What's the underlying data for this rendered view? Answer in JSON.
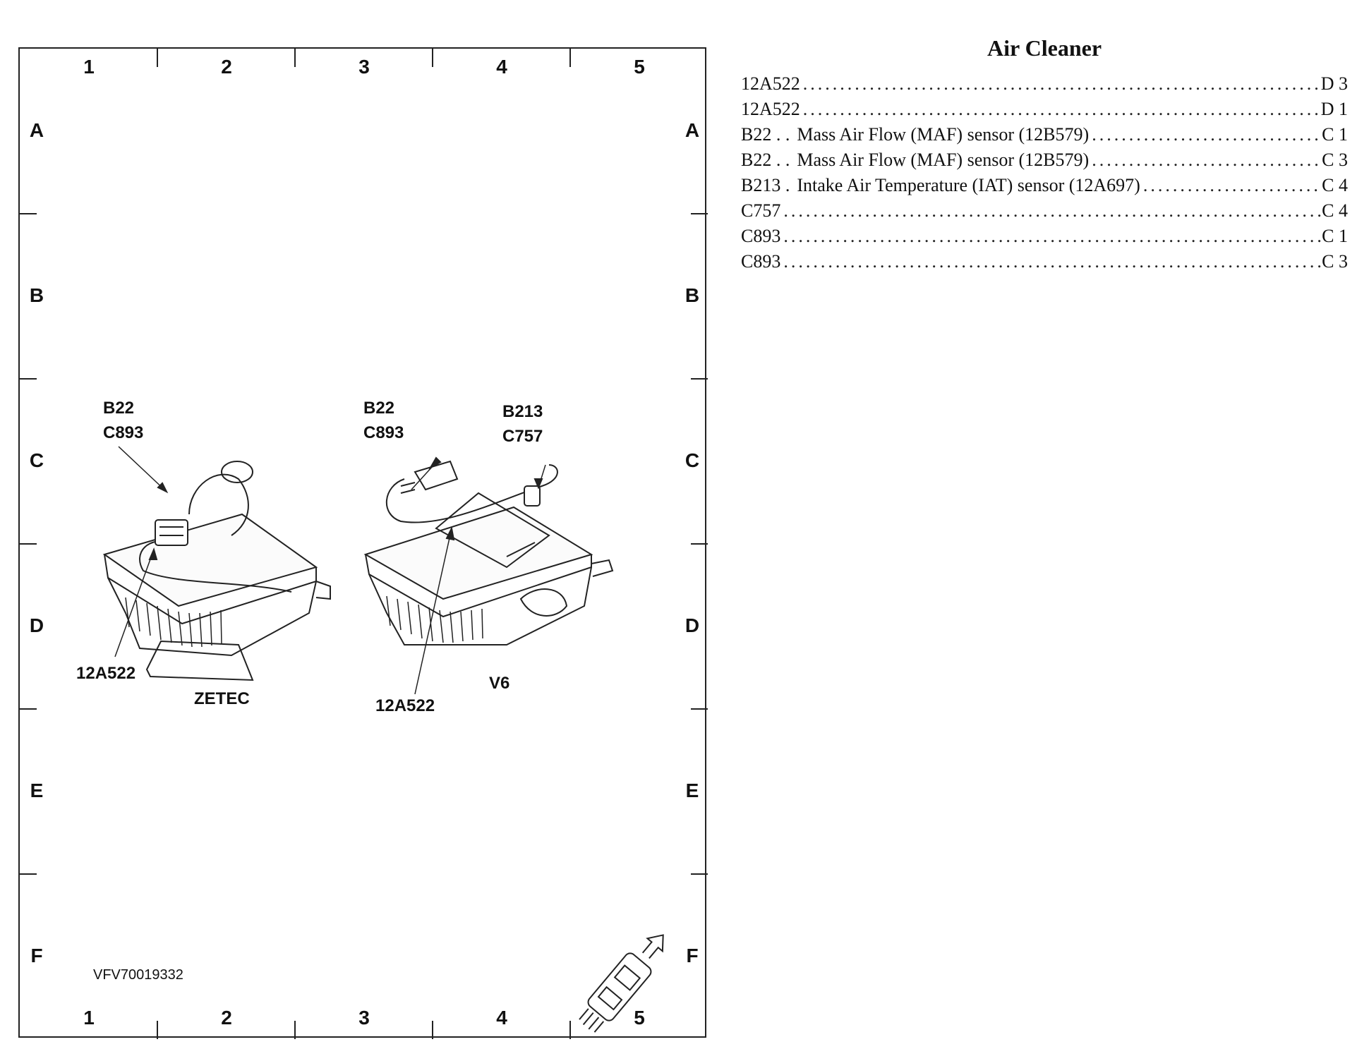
{
  "grid": {
    "columns": [
      "1",
      "2",
      "3",
      "4",
      "5"
    ],
    "rows": [
      "A",
      "B",
      "C",
      "D",
      "E",
      "F"
    ]
  },
  "diagram": {
    "zetec": {
      "connector_labels": [
        "B22",
        "C893"
      ],
      "harness_label": "12A522",
      "engine_label": "ZETEC"
    },
    "v6": {
      "maf_labels": [
        "B22",
        "C893"
      ],
      "iat_labels": [
        "B213",
        "C757"
      ],
      "harness_label": "12A522",
      "engine_label": "V6"
    },
    "figure_code": "VFV70019332",
    "direction_icon": "vehicle-front-arrow-icon"
  },
  "index": {
    "title": "Air Cleaner",
    "entries": [
      {
        "code": "12A522",
        "desc": "",
        "loc": "D 3"
      },
      {
        "code": "12A522",
        "desc": "",
        "loc": "D 1"
      },
      {
        "code": "B22 . .",
        "desc": "Mass Air Flow (MAF) sensor (12B579)",
        "loc": "C 1"
      },
      {
        "code": "B22 . .",
        "desc": "Mass Air Flow (MAF) sensor (12B579)",
        "loc": "C 3"
      },
      {
        "code": "B213 .",
        "desc": "Intake Air Temperature (IAT) sensor (12A697)",
        "loc": "C 4"
      },
      {
        "code": "C757",
        "desc": "",
        "loc": "C 4"
      },
      {
        "code": "C893",
        "desc": "",
        "loc": "C 1"
      },
      {
        "code": "C893",
        "desc": "",
        "loc": "C 3"
      }
    ]
  }
}
